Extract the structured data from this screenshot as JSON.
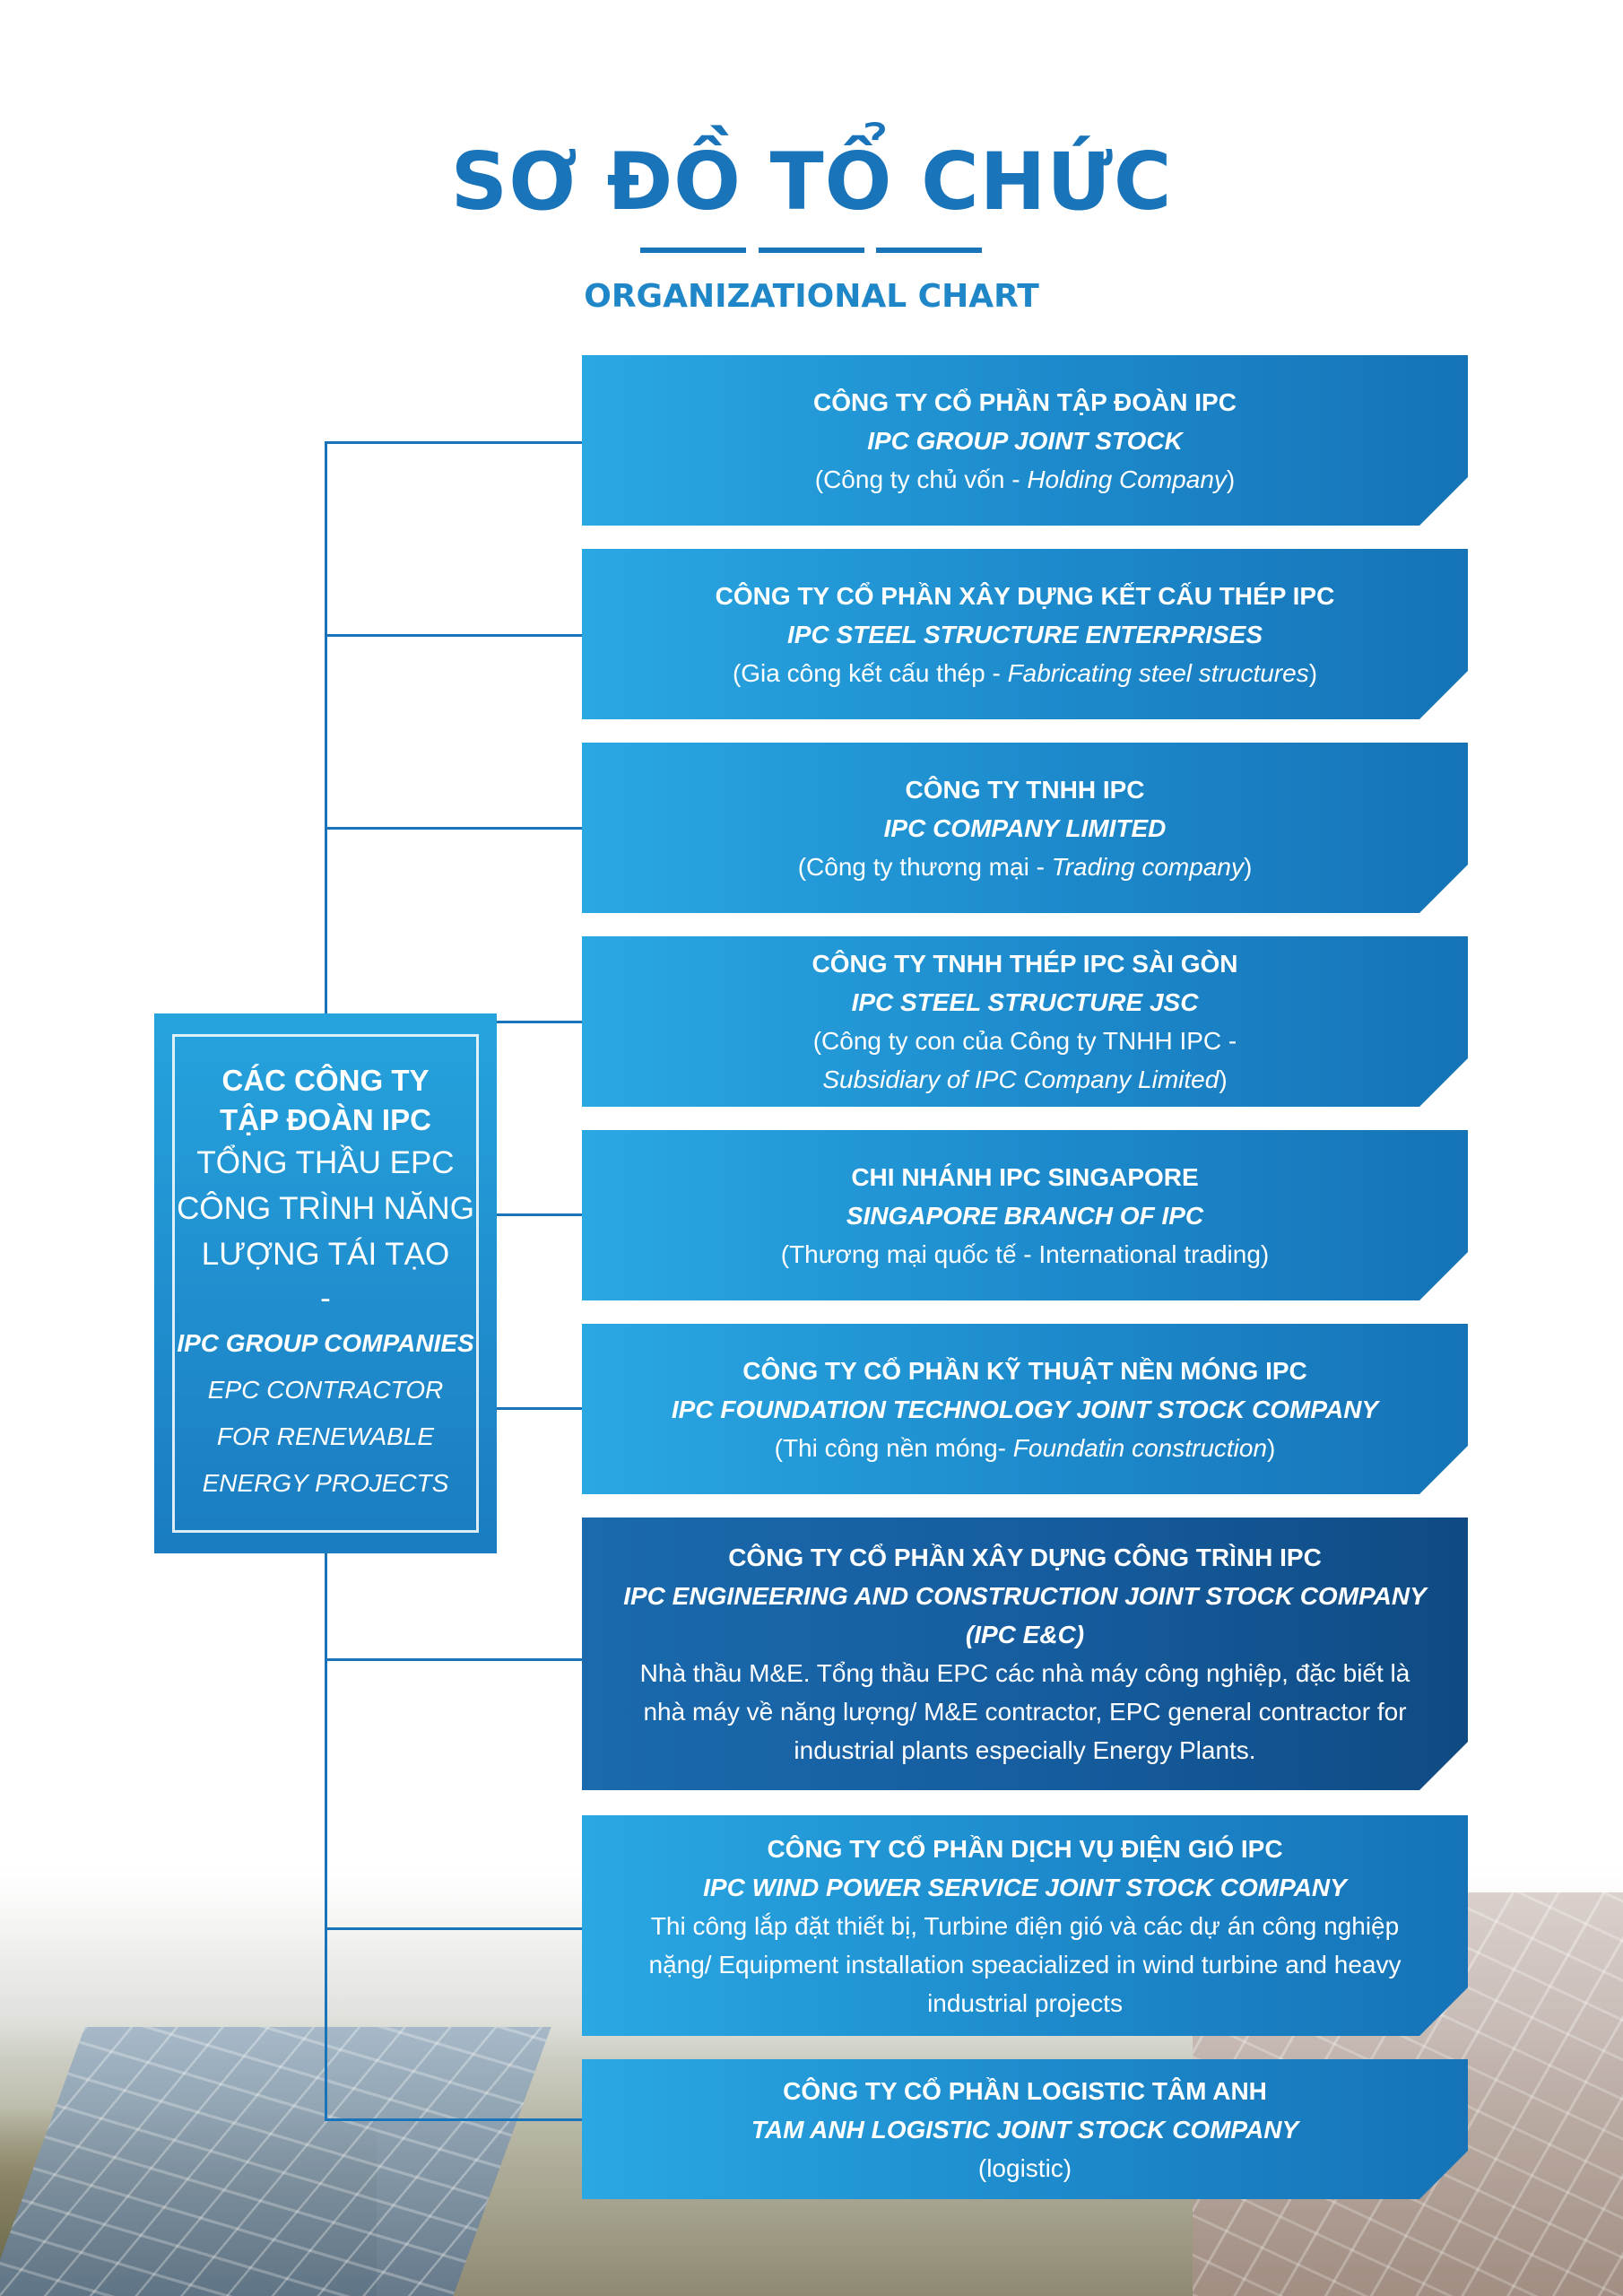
{
  "header": {
    "title": "SƠ ĐỒ TỔ CHỨC",
    "subtitle": "ORGANIZATIONAL CHART"
  },
  "group": {
    "line1": "CÁC CÔNG TY",
    "line2": "TẬP ĐOÀN IPC",
    "line3": "TỔNG THẦU EPC",
    "line4": "CÔNG TRÌNH NĂNG",
    "line5": "LƯỢNG TÁI TẠO",
    "dash": "-",
    "en_title": "IPC GROUP COMPANIES",
    "en_line1": "EPC CONTRACTOR",
    "en_line2": "FOR RENEWABLE",
    "en_line3": "ENERGY PROJECTS"
  },
  "companies": [
    {
      "name": "CÔNG TY CỔ PHẦN TẬP ĐOÀN IPC",
      "en": "IPC GROUP JOINT STOCK",
      "desc_open": "(Công ty chủ vốn - ",
      "desc_italic": "Holding Company",
      "desc_close": ")"
    },
    {
      "name": "CÔNG TY CỔ PHẦN XÂY DỰNG KẾT CẤU THÉP IPC",
      "en": "IPC STEEL STRUCTURE ENTERPRISES",
      "desc_open": "(Gia công kết cấu thép - ",
      "desc_italic": "Fabricating steel structures",
      "desc_close": ")"
    },
    {
      "name": "CÔNG TY TNHH IPC",
      "en": "IPC COMPANY LIMITED",
      "desc_open": "(Công ty thương mại - ",
      "desc_italic": "Trading company",
      "desc_close": ")"
    },
    {
      "name": "CÔNG TY TNHH THÉP IPC SÀI GÒN",
      "en": "IPC STEEL STRUCTURE JSC",
      "desc_line1": "(Công ty con của Công ty TNHH IPC -",
      "desc_italic": "Subsidiary of IPC Company Limited",
      "desc_close": ")"
    },
    {
      "name": "CHI NHÁNH IPC SINGAPORE",
      "en": "SINGAPORE BRANCH OF IPC",
      "desc": "(Thương mại quốc tế - International trading)"
    },
    {
      "name": "CÔNG TY CỔ PHẦN KỸ THUẬT NỀN MÓNG IPC",
      "en": "IPC FOUNDATION TECHNOLOGY JOINT STOCK COMPANY",
      "desc_open": "(Thi công nền móng- ",
      "desc_italic": "Foundatin construction",
      "desc_close": ")"
    },
    {
      "name": "CÔNG TY CỔ PHẦN XÂY DỰNG CÔNG TRÌNH IPC",
      "en": "IPC ENGINEERING AND CONSTRUCTION JOINT STOCK COMPANY",
      "en2": "(IPC E&C)",
      "desc1": "Nhà thầu  M&E. Tổng thầu EPC các nhà máy công nghiệp, đặc biết là",
      "desc2": "nhà máy về năng lượng/ M&E contractor, EPC general contractor for",
      "desc3": "industrial plants especially Energy Plants."
    },
    {
      "name": "CÔNG TY CỔ PHẦN DỊCH VỤ ĐIỆN GIÓ IPC",
      "en": "IPC WIND POWER SERVICE JOINT STOCK COMPANY",
      "desc1": "Thi công lắp đặt thiết bị, Turbine điện gió và các dự án công nghiệp",
      "desc2": "nặng/ Equipment installation speacialized in wind turbine and heavy",
      "desc3": "industrial projects"
    },
    {
      "name": "CÔNG TY CỔ PHẦN LOGISTIC TÂM ANH",
      "en": "TAM ANH LOGISTIC JOINT STOCK COMPANY",
      "desc": "(logistic)"
    }
  ]
}
